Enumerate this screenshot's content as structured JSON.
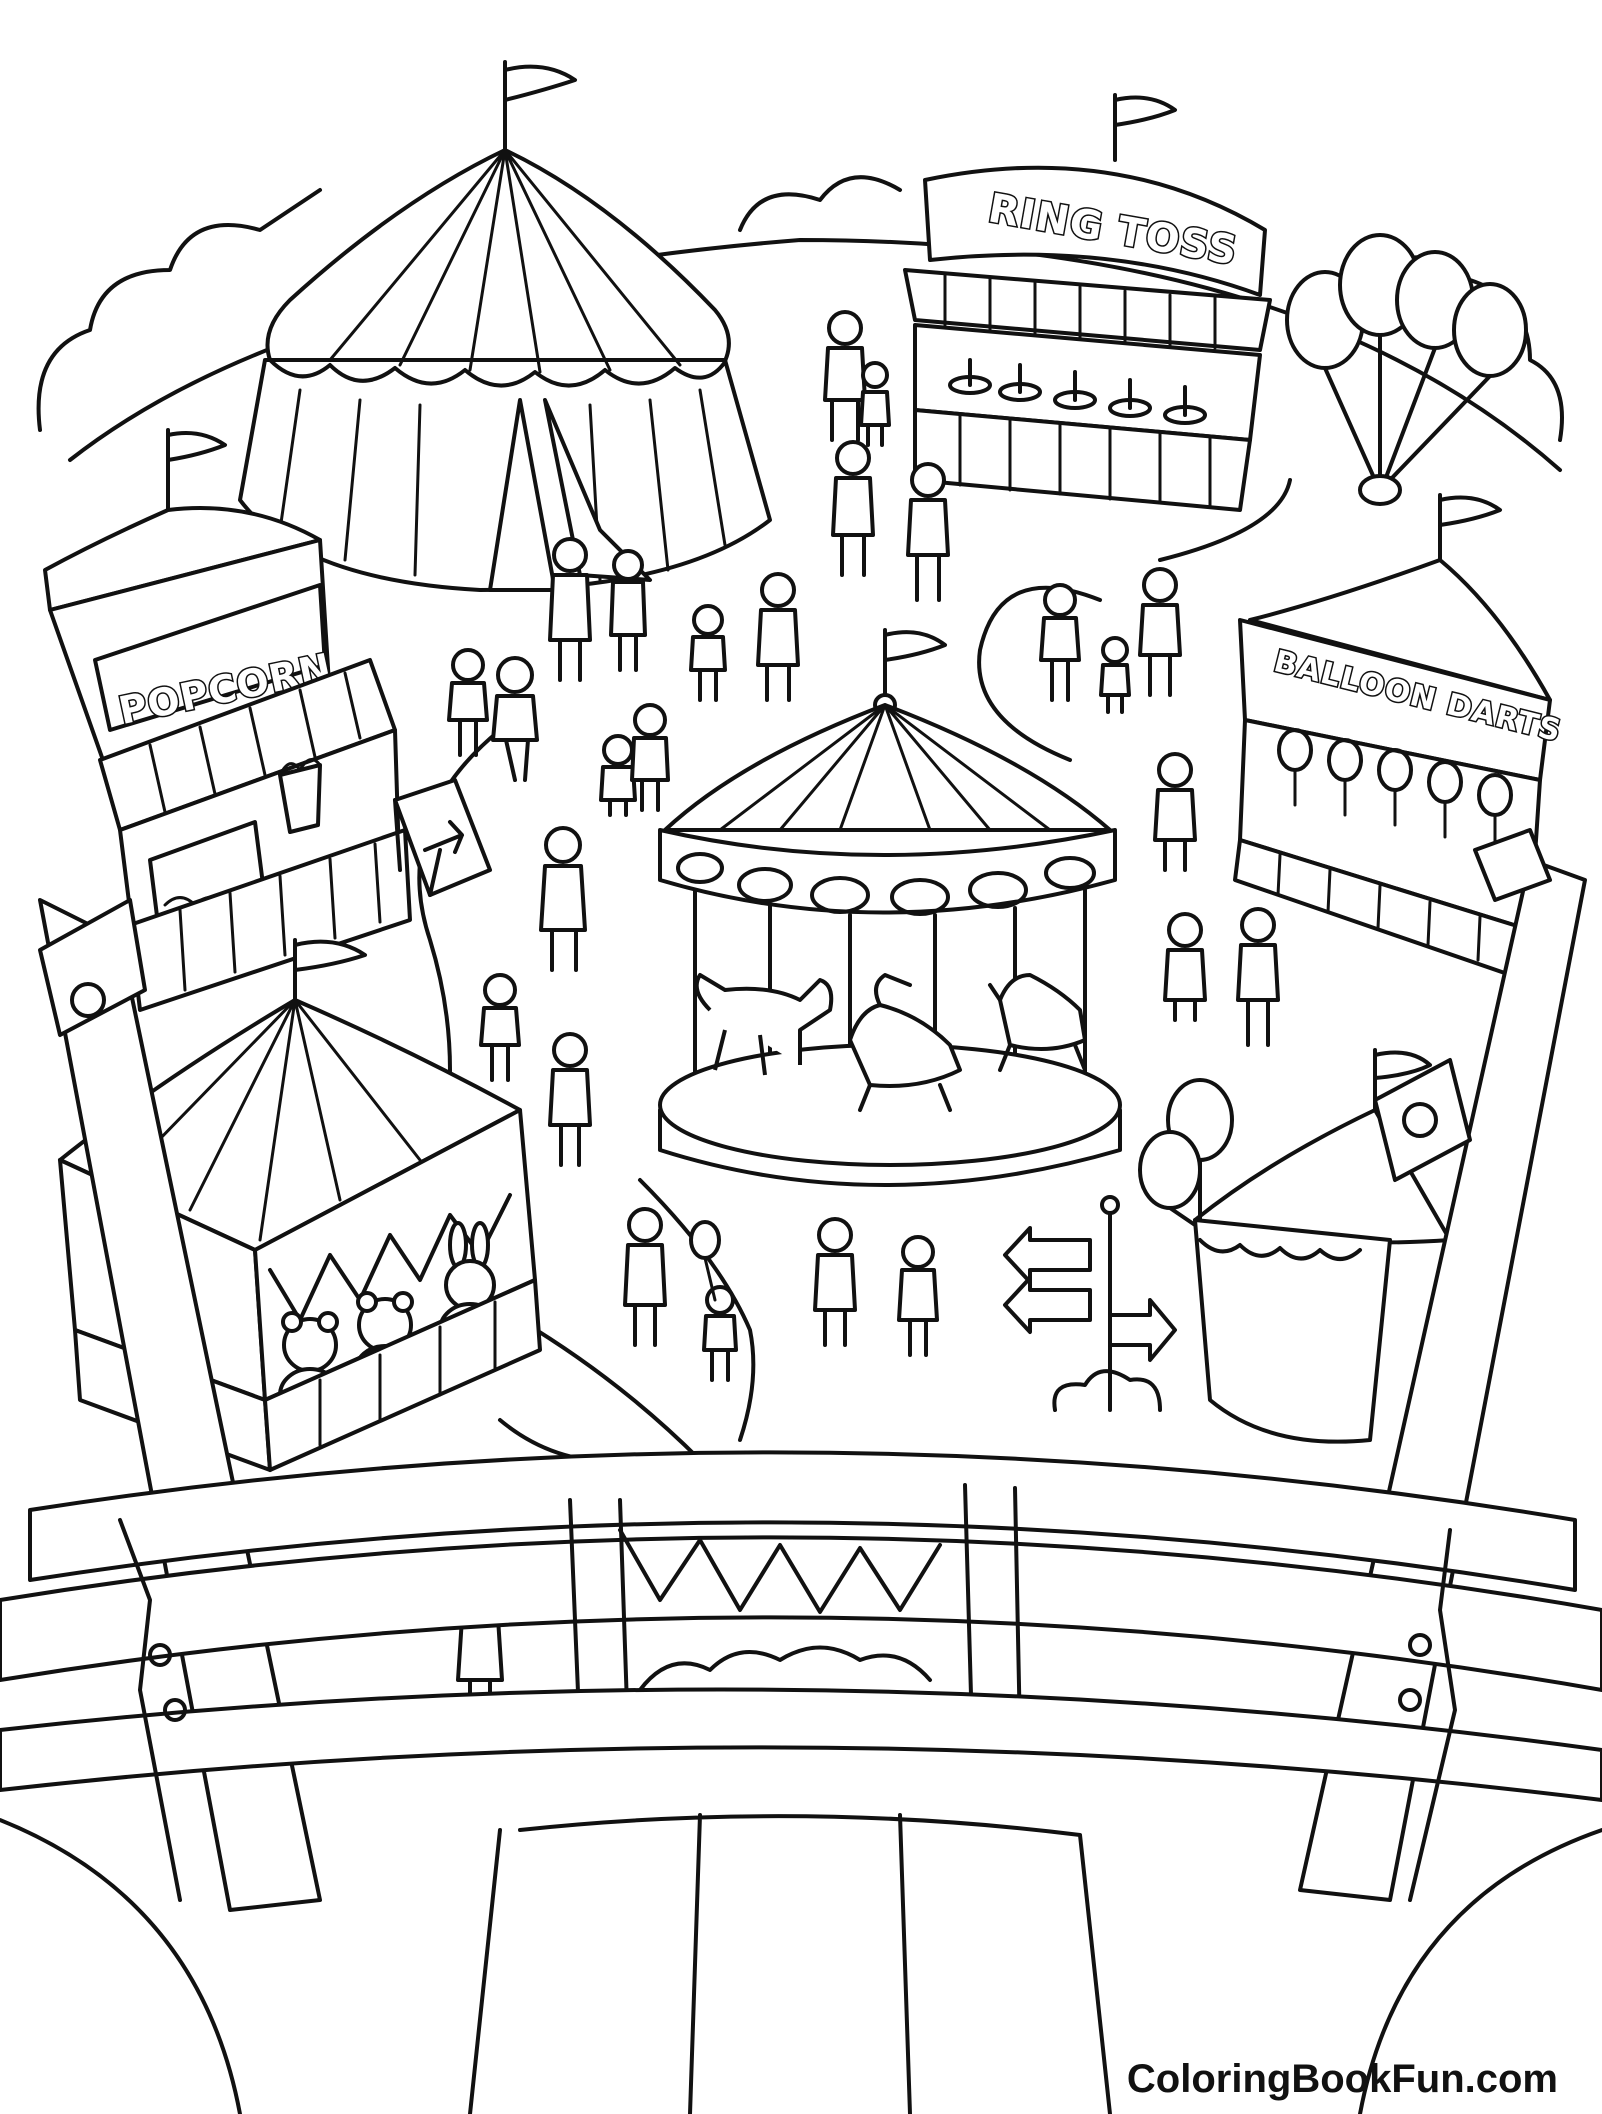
{
  "signs": {
    "ring_toss": "RING TOSS",
    "popcorn": "POPCORN",
    "balloon_darts": "BALLOON DARTS"
  },
  "watermark": "ColoringBookFun.com",
  "palette": {
    "ink": "#111111",
    "paper": "#ffffff"
  },
  "icons": [
    "flag-icon",
    "arrow-right-icon",
    "balloon-icon",
    "teddy-bear-icon",
    "bunny-icon",
    "popcorn-bucket-icon",
    "carousel-horse-icon"
  ]
}
